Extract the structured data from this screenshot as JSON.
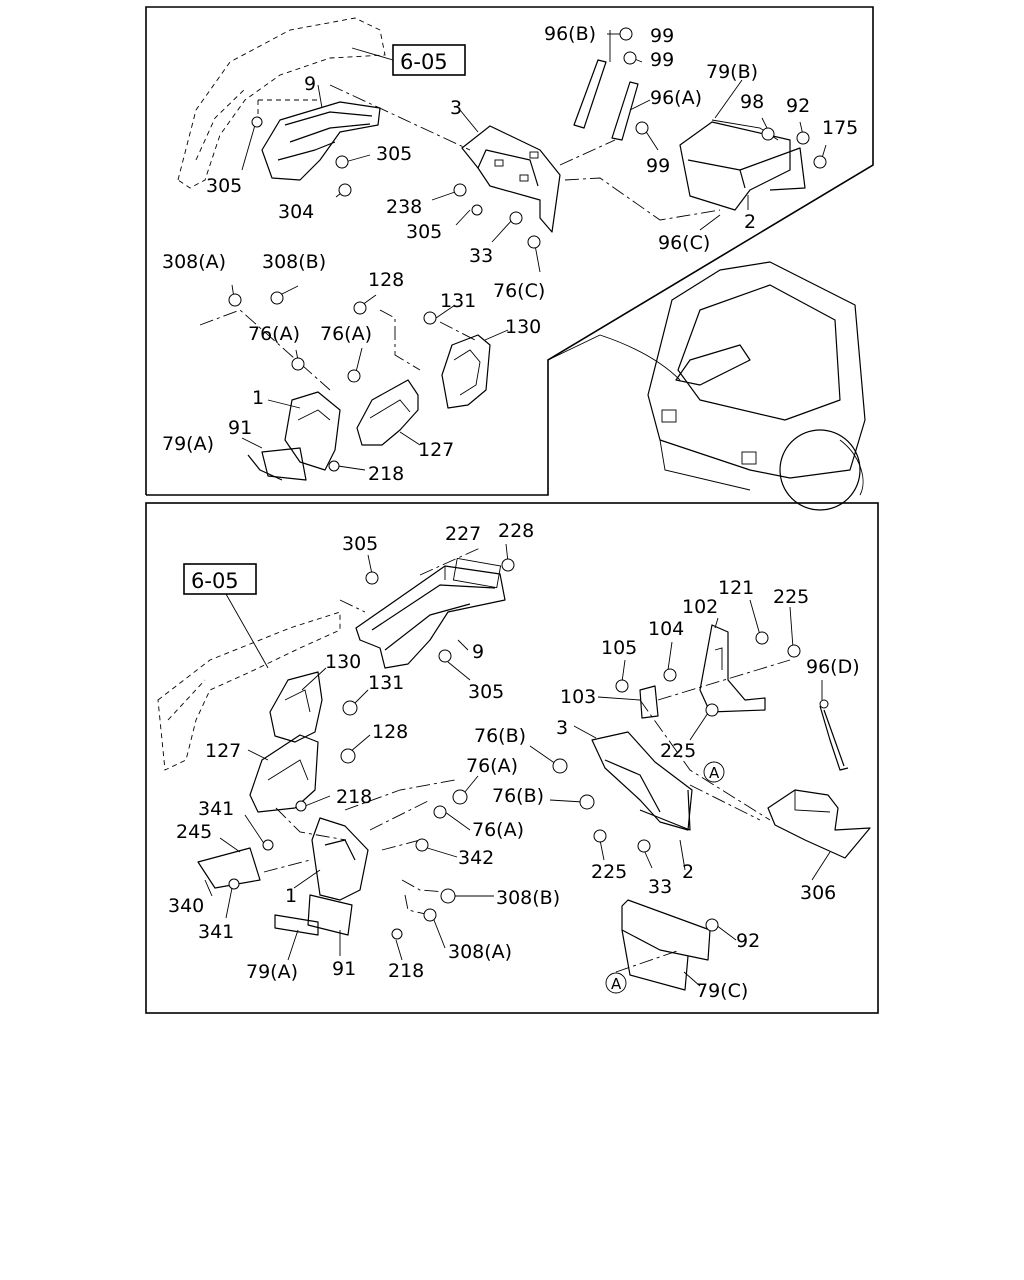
{
  "panels": [
    {
      "ref": "6-05",
      "labels": [
        {
          "id": "96b",
          "text": "96(B)"
        },
        {
          "id": "99a",
          "text": "99"
        },
        {
          "id": "99b",
          "text": "99"
        },
        {
          "id": "79b",
          "text": "79(B)"
        },
        {
          "id": "96a",
          "text": "96(A)"
        },
        {
          "id": "98",
          "text": "98"
        },
        {
          "id": "92",
          "text": "92"
        },
        {
          "id": "175",
          "text": "175"
        },
        {
          "id": "9",
          "text": "9"
        },
        {
          "id": "3",
          "text": "3"
        },
        {
          "id": "305a",
          "text": "305"
        },
        {
          "id": "305b",
          "text": "305"
        },
        {
          "id": "304",
          "text": "304"
        },
        {
          "id": "238",
          "text": "238"
        },
        {
          "id": "305c",
          "text": "305"
        },
        {
          "id": "99c",
          "text": "99"
        },
        {
          "id": "2",
          "text": "2"
        },
        {
          "id": "96c",
          "text": "96(C)"
        },
        {
          "id": "33",
          "text": "33"
        },
        {
          "id": "76c",
          "text": "76(C)"
        },
        {
          "id": "308a",
          "text": "308(A)"
        },
        {
          "id": "308b",
          "text": "308(B)"
        },
        {
          "id": "128",
          "text": "128"
        },
        {
          "id": "131",
          "text": "131"
        },
        {
          "id": "130",
          "text": "130"
        },
        {
          "id": "76a1",
          "text": "76(A)"
        },
        {
          "id": "76a2",
          "text": "76(A)"
        },
        {
          "id": "1",
          "text": "1"
        },
        {
          "id": "91",
          "text": "91"
        },
        {
          "id": "79a",
          "text": "79(A)"
        },
        {
          "id": "127",
          "text": "127"
        },
        {
          "id": "218",
          "text": "218"
        }
      ]
    },
    {
      "ref": "6-05",
      "labels": [
        {
          "id": "305a",
          "text": "305"
        },
        {
          "id": "227",
          "text": "227"
        },
        {
          "id": "228",
          "text": "228"
        },
        {
          "id": "9",
          "text": "9"
        },
        {
          "id": "305b",
          "text": "305"
        },
        {
          "id": "130",
          "text": "130"
        },
        {
          "id": "131",
          "text": "131"
        },
        {
          "id": "127",
          "text": "127"
        },
        {
          "id": "128",
          "text": "128"
        },
        {
          "id": "218a",
          "text": "218"
        },
        {
          "id": "341a",
          "text": "341"
        },
        {
          "id": "245",
          "text": "245"
        },
        {
          "id": "340",
          "text": "340"
        },
        {
          "id": "341b",
          "text": "341"
        },
        {
          "id": "1",
          "text": "1"
        },
        {
          "id": "79a",
          "text": "79(A)"
        },
        {
          "id": "91",
          "text": "91"
        },
        {
          "id": "218b",
          "text": "218"
        },
        {
          "id": "308a",
          "text": "308(A)"
        },
        {
          "id": "308b",
          "text": "308(B)"
        },
        {
          "id": "342",
          "text": "342"
        },
        {
          "id": "76a1",
          "text": "76(A)"
        },
        {
          "id": "76a2",
          "text": "76(A)"
        },
        {
          "id": "76b1",
          "text": "76(B)"
        },
        {
          "id": "76b2",
          "text": "76(B)"
        },
        {
          "id": "3",
          "text": "3"
        },
        {
          "id": "225a",
          "text": "225"
        },
        {
          "id": "33",
          "text": "33"
        },
        {
          "id": "2",
          "text": "2"
        },
        {
          "id": "121",
          "text": "121"
        },
        {
          "id": "225b",
          "text": "225"
        },
        {
          "id": "102",
          "text": "102"
        },
        {
          "id": "104",
          "text": "104"
        },
        {
          "id": "105",
          "text": "105"
        },
        {
          "id": "103",
          "text": "103"
        },
        {
          "id": "96d",
          "text": "96(D)"
        },
        {
          "id": "225c",
          "text": "225"
        },
        {
          "id": "306",
          "text": "306"
        },
        {
          "id": "92",
          "text": "92"
        },
        {
          "id": "79c",
          "text": "79(C)"
        }
      ],
      "circles": [
        {
          "id": "A1",
          "text": "A"
        },
        {
          "id": "A2",
          "text": "A"
        }
      ]
    }
  ]
}
